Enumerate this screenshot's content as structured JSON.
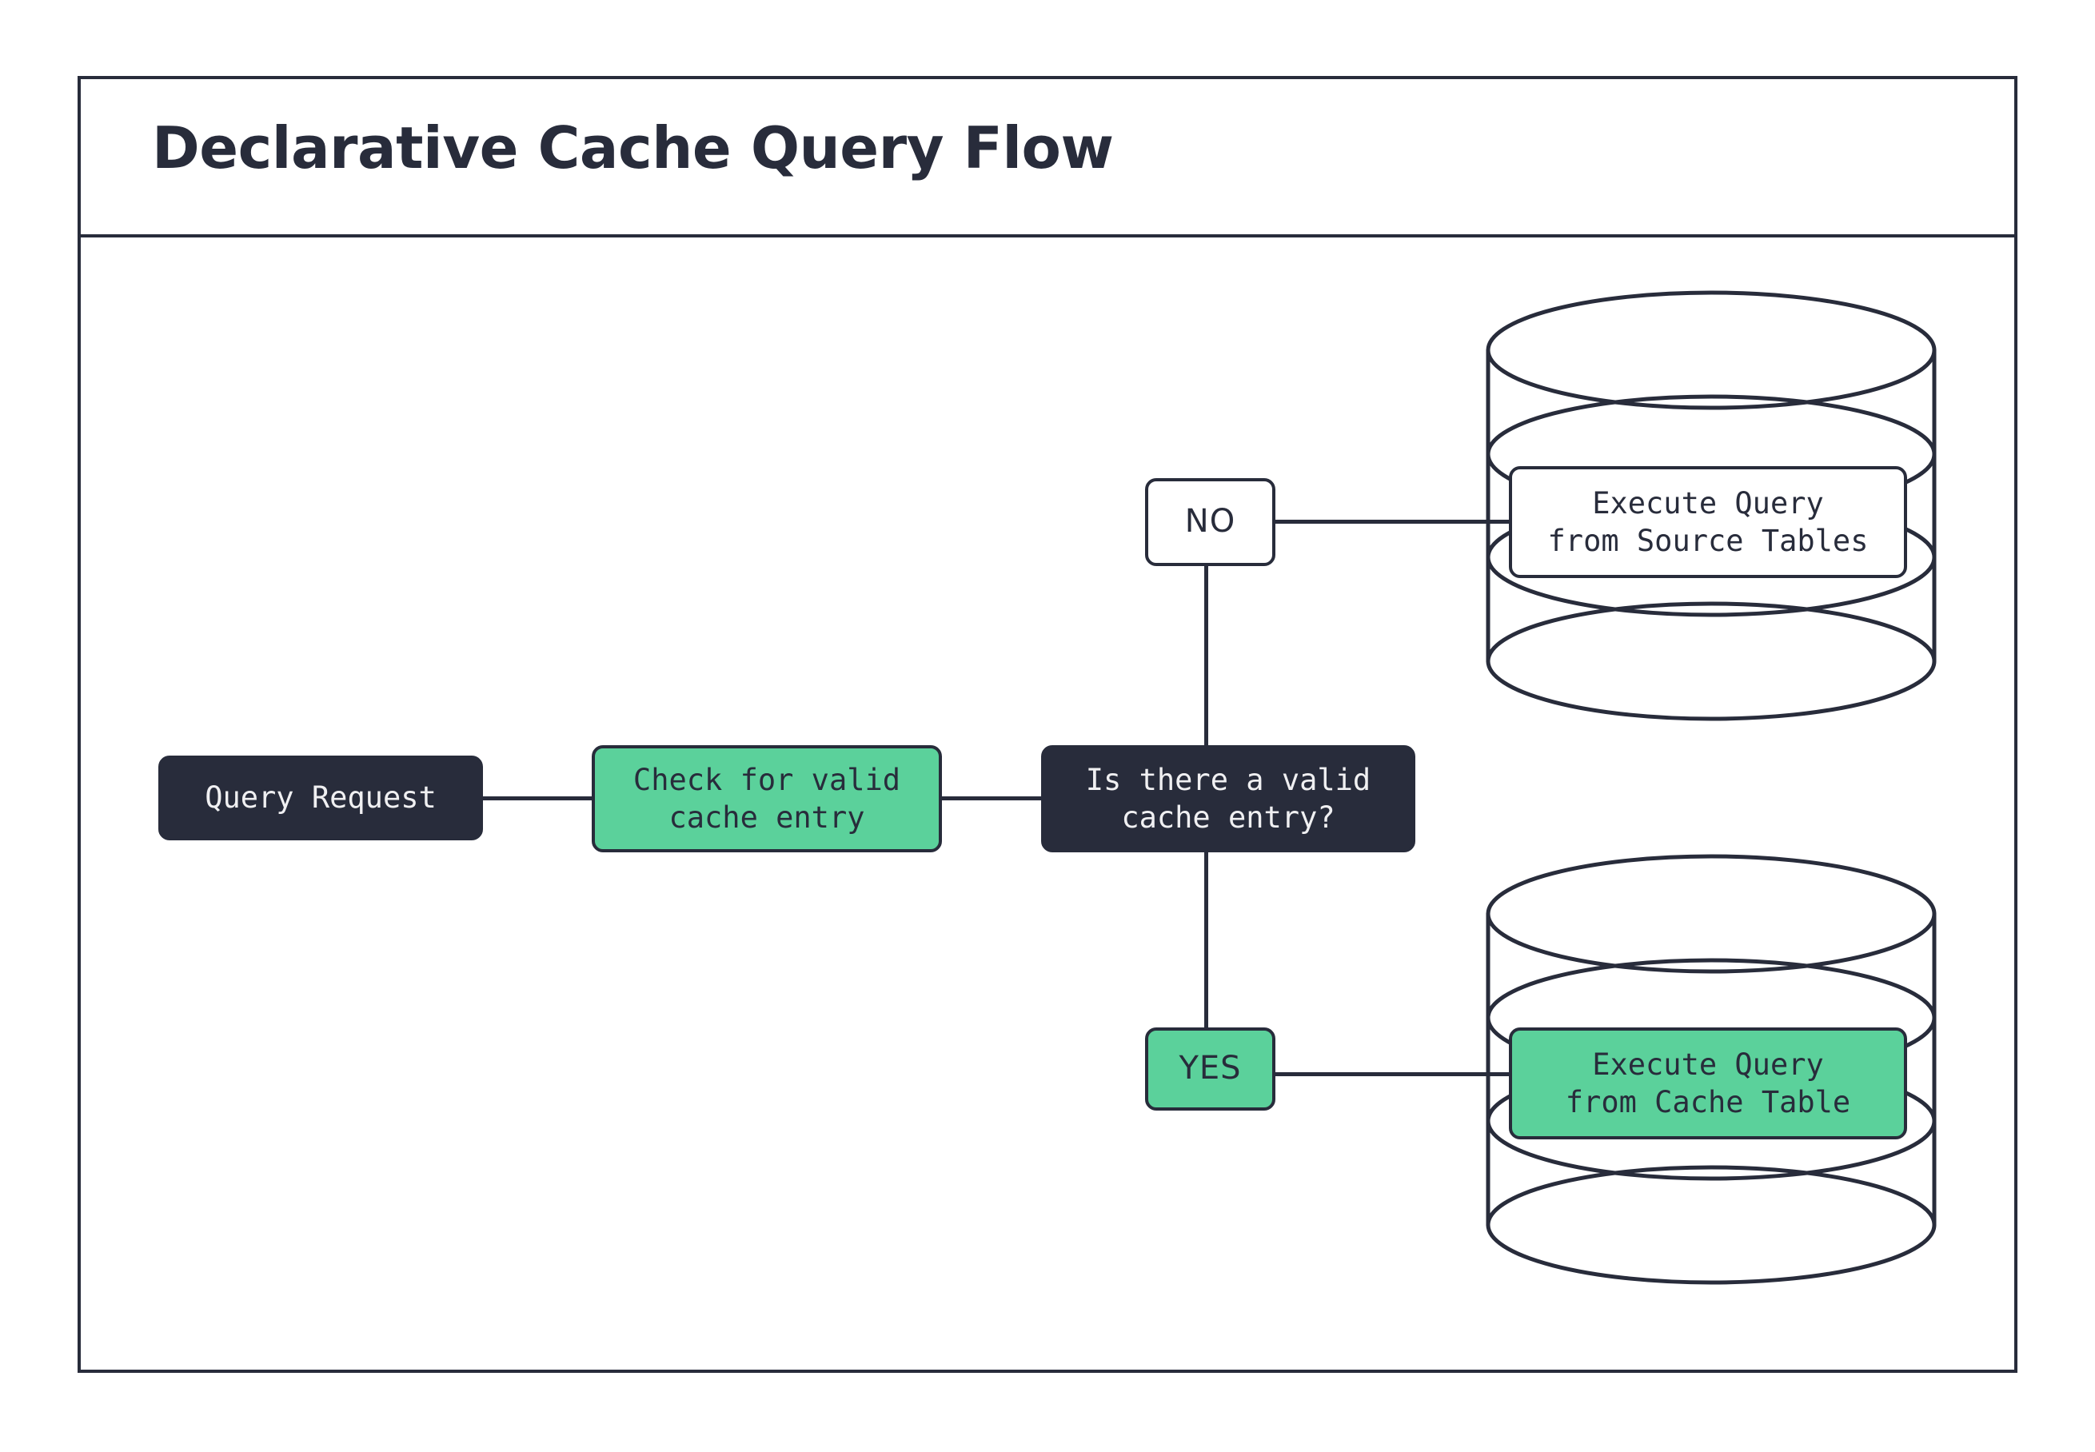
{
  "diagram": {
    "title": "Declarative Cache Query Flow",
    "nodes": {
      "query_request": "Query Request",
      "check_cache": "Check for valid\ncache entry",
      "decision": "Is there a valid\ncache entry?",
      "exec_source": "Execute Query\nfrom Source Tables",
      "exec_cache": "Execute Query\nfrom Cache Table"
    },
    "branches": {
      "no": "NO",
      "yes": "YES"
    },
    "shapes": {
      "source_database": "database-cylinder",
      "cache_database": "database-cylinder"
    },
    "colors": {
      "ink": "#282c3b",
      "green": "#5bd19b",
      "background": "#ffffff",
      "dark_node_text": "#f0f0f2"
    }
  }
}
